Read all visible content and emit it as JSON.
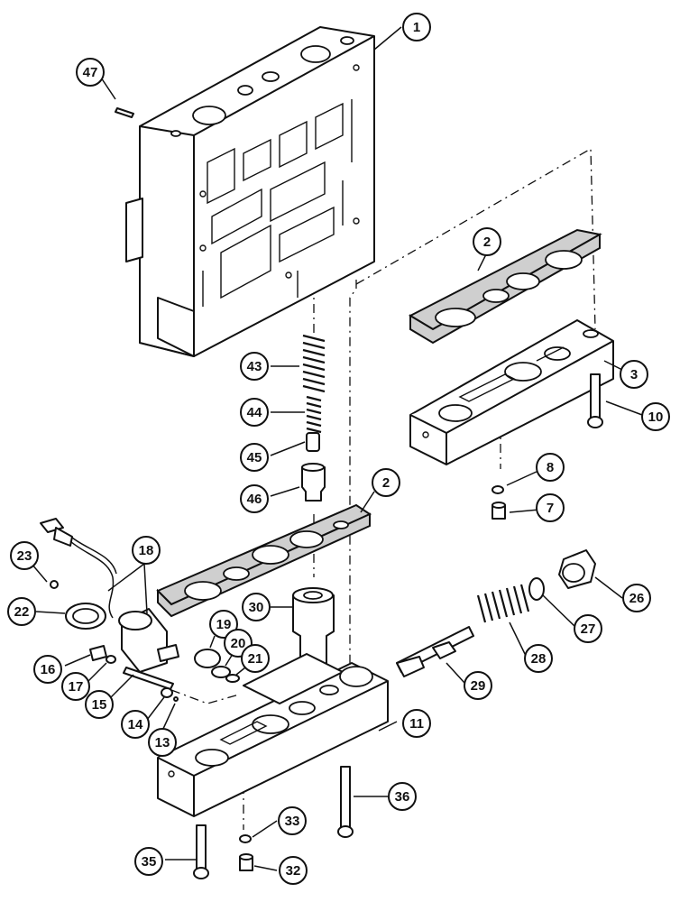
{
  "diagram": {
    "callouts": [
      {
        "id": "c1",
        "label": "1"
      },
      {
        "id": "c47",
        "label": "47"
      },
      {
        "id": "c2a",
        "label": "2"
      },
      {
        "id": "c3",
        "label": "3"
      },
      {
        "id": "c10",
        "label": "10"
      },
      {
        "id": "c8",
        "label": "8"
      },
      {
        "id": "c7",
        "label": "7"
      },
      {
        "id": "c43",
        "label": "43"
      },
      {
        "id": "c44",
        "label": "44"
      },
      {
        "id": "c45",
        "label": "45"
      },
      {
        "id": "c46",
        "label": "46"
      },
      {
        "id": "c2b",
        "label": "2"
      },
      {
        "id": "c18",
        "label": "18"
      },
      {
        "id": "c23",
        "label": "23"
      },
      {
        "id": "c22",
        "label": "22"
      },
      {
        "id": "c30",
        "label": "30"
      },
      {
        "id": "c19",
        "label": "19"
      },
      {
        "id": "c20",
        "label": "20"
      },
      {
        "id": "c21",
        "label": "21"
      },
      {
        "id": "c16",
        "label": "16"
      },
      {
        "id": "c17",
        "label": "17"
      },
      {
        "id": "c15",
        "label": "15"
      },
      {
        "id": "c14",
        "label": "14"
      },
      {
        "id": "c13",
        "label": "13"
      },
      {
        "id": "c26",
        "label": "26"
      },
      {
        "id": "c27",
        "label": "27"
      },
      {
        "id": "c28",
        "label": "28"
      },
      {
        "id": "c29",
        "label": "29"
      },
      {
        "id": "c11",
        "label": "11"
      },
      {
        "id": "c36",
        "label": "36"
      },
      {
        "id": "c33",
        "label": "33"
      },
      {
        "id": "c35",
        "label": "35"
      },
      {
        "id": "c32",
        "label": "32"
      }
    ]
  }
}
